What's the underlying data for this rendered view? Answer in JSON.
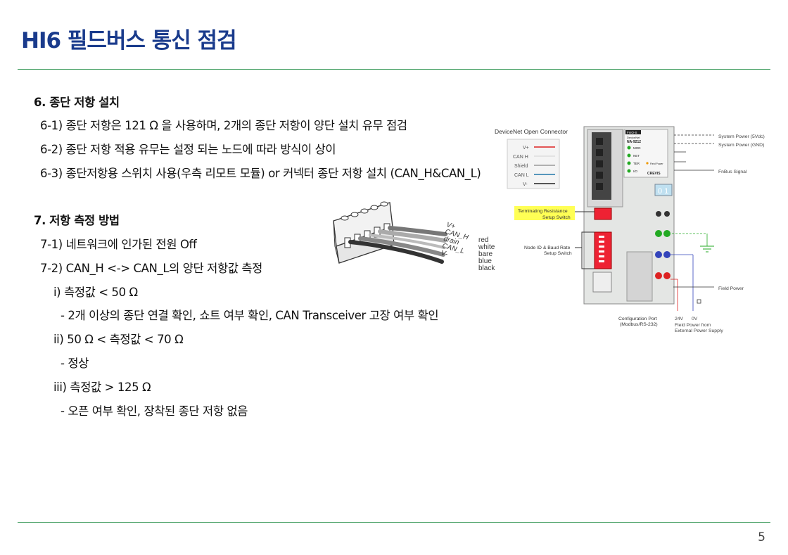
{
  "title": "HI6 필드버스 통신 점검",
  "page_number": "5",
  "lines": [
    {
      "text": "6. 종단 저항 설치"
    },
    {
      "text": "6-1) 종단 저항은 121 Ω 을 사용하며, 2개의 종단 저항이 양단 설치 유무 점검"
    },
    {
      "text": "6-2) 종단 저항 적용 유무는 설정 되는 노드에 따라 방식이 상이"
    },
    {
      "text": "6-3) 종단저항용 스위치 사용(우측 리모트 모듈) or 커넥터 종단 저항 설치 (CAN_H&CAN_L)"
    },
    {
      "text": "7. 저항 측정 방법"
    },
    {
      "text": "7-1) 네트워크에 인가된 전원 Off"
    },
    {
      "text": "7-2) CAN_H <-> CAN_L의 양단 저항값 측정"
    },
    {
      "text": "i) 측정값 < 50 Ω"
    },
    {
      "text": "- 2개 이상의 종단 연결 확인, 쇼트 여부 확인, CAN Transceiver 고장 여부 확인"
    },
    {
      "text": "ii) 50 Ω < 측정값 < 70 Ω"
    },
    {
      "text": "- 정상"
    },
    {
      "text": "iii)  측정값 > 125 Ω"
    },
    {
      "text": "- 오픈 여부 확인, 장착된 종단 저항 없음"
    }
  ],
  "connector": {
    "wire_labels": [
      "V+",
      "CAN_H",
      "drain",
      "CAN_L",
      "V-"
    ],
    "color_labels": [
      "red",
      "white",
      "bare",
      "blue",
      "black"
    ]
  },
  "module": {
    "open_connector_label": "DeviceNet Open Connector",
    "legend": [
      "V+",
      "CAN H",
      "Shield",
      "CAN L",
      "V-"
    ],
    "brand_top": "FnIO-S",
    "brand_sub": "DeviceNet",
    "model": "NA-9212",
    "leds": [
      "MOD",
      "NET",
      "TER",
      "I/O"
    ],
    "field_power_label": "Field Power",
    "maker": "CREVIS",
    "term_label_1": "Terminating Resistance",
    "term_label_2": "Setup Switch",
    "node_label_1": "Node ID & Baud Rate",
    "node_label_2": "Setup Switch",
    "config_label_1": "Configuration Port",
    "config_label_2": "(Modbus/RS-232)",
    "sys_power_5v": "System Power (5Vdc)",
    "sys_power_gnd": "System Power (GND)",
    "fnbus": "FnBus Signal",
    "field_power": "Field Power",
    "v24": "24V",
    "v0": "0V",
    "ext_1": "Field Power from",
    "ext_2": "External Power Supply",
    "rotary": "0 1"
  }
}
